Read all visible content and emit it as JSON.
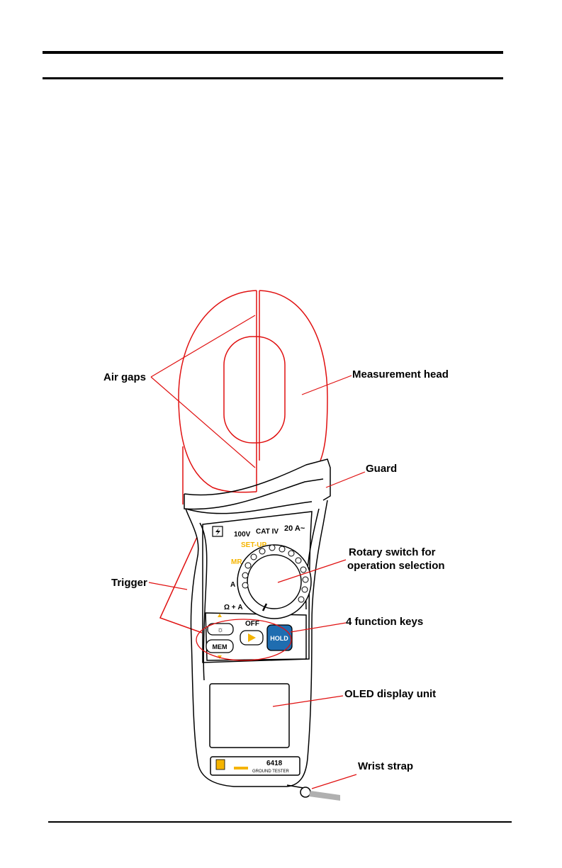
{
  "callouts": {
    "air_gaps": "Air gaps",
    "measurement_head": "Measurement head",
    "guard": "Guard",
    "rotary_line1": "Rotary switch for",
    "rotary_line2": "operation selection",
    "trigger": "Trigger",
    "function_keys": "4 function keys",
    "oled_display": "OLED display unit",
    "wrist_strap": "Wrist strap"
  },
  "device": {
    "rating_voltage": "100V",
    "rating_cat": "CAT IV",
    "rating_current": "20 A~",
    "dial_setup": "SET-UP",
    "dial_mr": "MR",
    "dial_a": "A",
    "dial_ohm_a": "Ω + A",
    "off_label": "OFF",
    "mem_key": "MEM",
    "hold_key": "HOLD",
    "model_number": "6418",
    "model_name": "GROUND TESTER"
  },
  "colors": {
    "outline": "#000000",
    "highlight_red": "#e01010",
    "accent_yellow": "#f5b400",
    "hold_blue": "#1f6db0"
  }
}
